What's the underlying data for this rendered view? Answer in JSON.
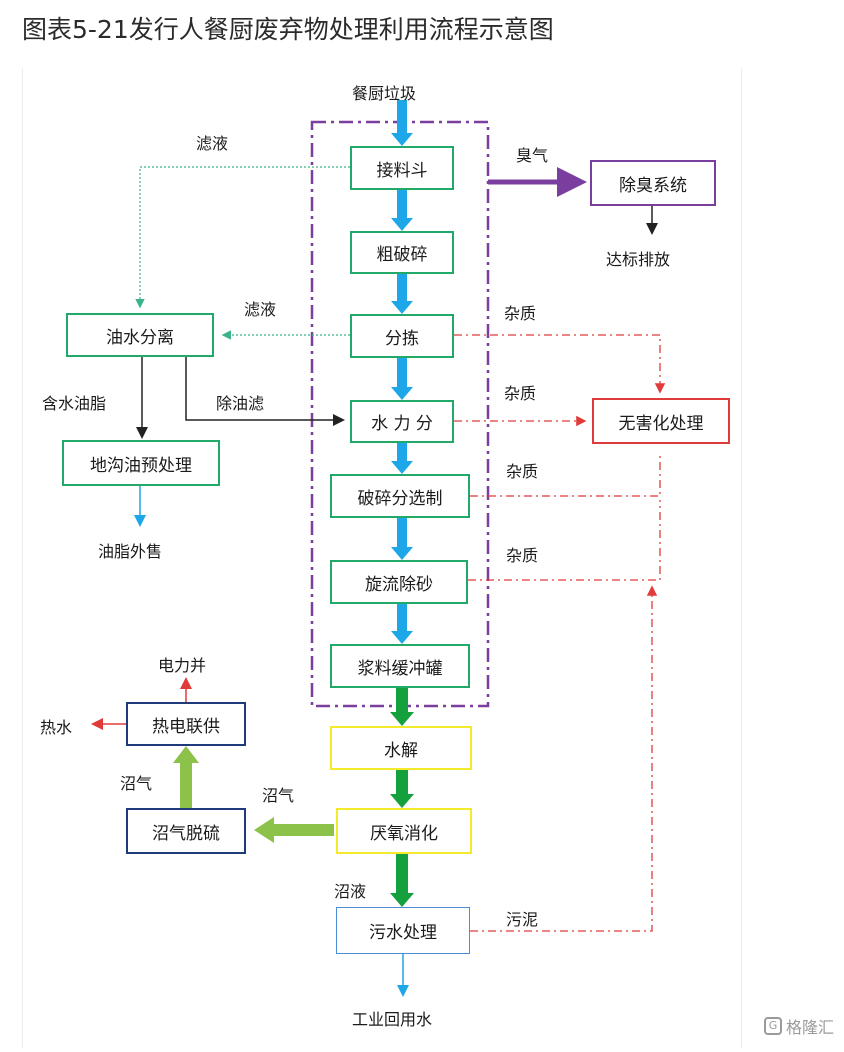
{
  "title": "图表5-21发行人餐厨废弃物处理利用流程示意图",
  "nodes": {
    "input": "餐厨垃圾",
    "hopper": "接料斗",
    "crush": "粗破碎",
    "sort": "分拣",
    "hydro": "水 力 分",
    "fine": "破碎分选制",
    "grit": "旋流除砂",
    "buffer": "浆料缓冲罐",
    "hydrolysis": "水解",
    "anaerobic": "厌氧消化",
    "sewage": "污水处理",
    "reuse": "工业回用水",
    "deodor": "除臭系统",
    "discharge": "达标排放",
    "oilsep": "油水分离",
    "gutter": "地沟油预处理",
    "oilsale": "油脂外售",
    "harmless": "无害化处理",
    "desulf": "沼气脱硫",
    "chp": "热电联供",
    "power": "电力并",
    "hotwater": "热水"
  },
  "labels": {
    "odor": "臭气",
    "filtrate1": "滤液",
    "filtrate2": "滤液",
    "impurity1": "杂质",
    "impurity2": "杂质",
    "impurity3": "杂质",
    "impurity4": "杂质",
    "oilwater": "含水油脂",
    "deoiled": "除油滤",
    "biogas1": "沼气",
    "biogas2": "沼气",
    "liquid": "沼液",
    "sludge": "污泥"
  },
  "watermark": "格隆汇",
  "colors": {
    "green_box": "#22a868",
    "purple": "#7a3f9e",
    "red": "#e03b3b",
    "yellow": "#f2ea2b",
    "navy": "#1f3a7a",
    "blue_arrow": "#1ea7e8",
    "green_arrow": "#14a03c",
    "lime_arrow": "#8cc14a",
    "teal_dotted": "#3bb38a"
  }
}
